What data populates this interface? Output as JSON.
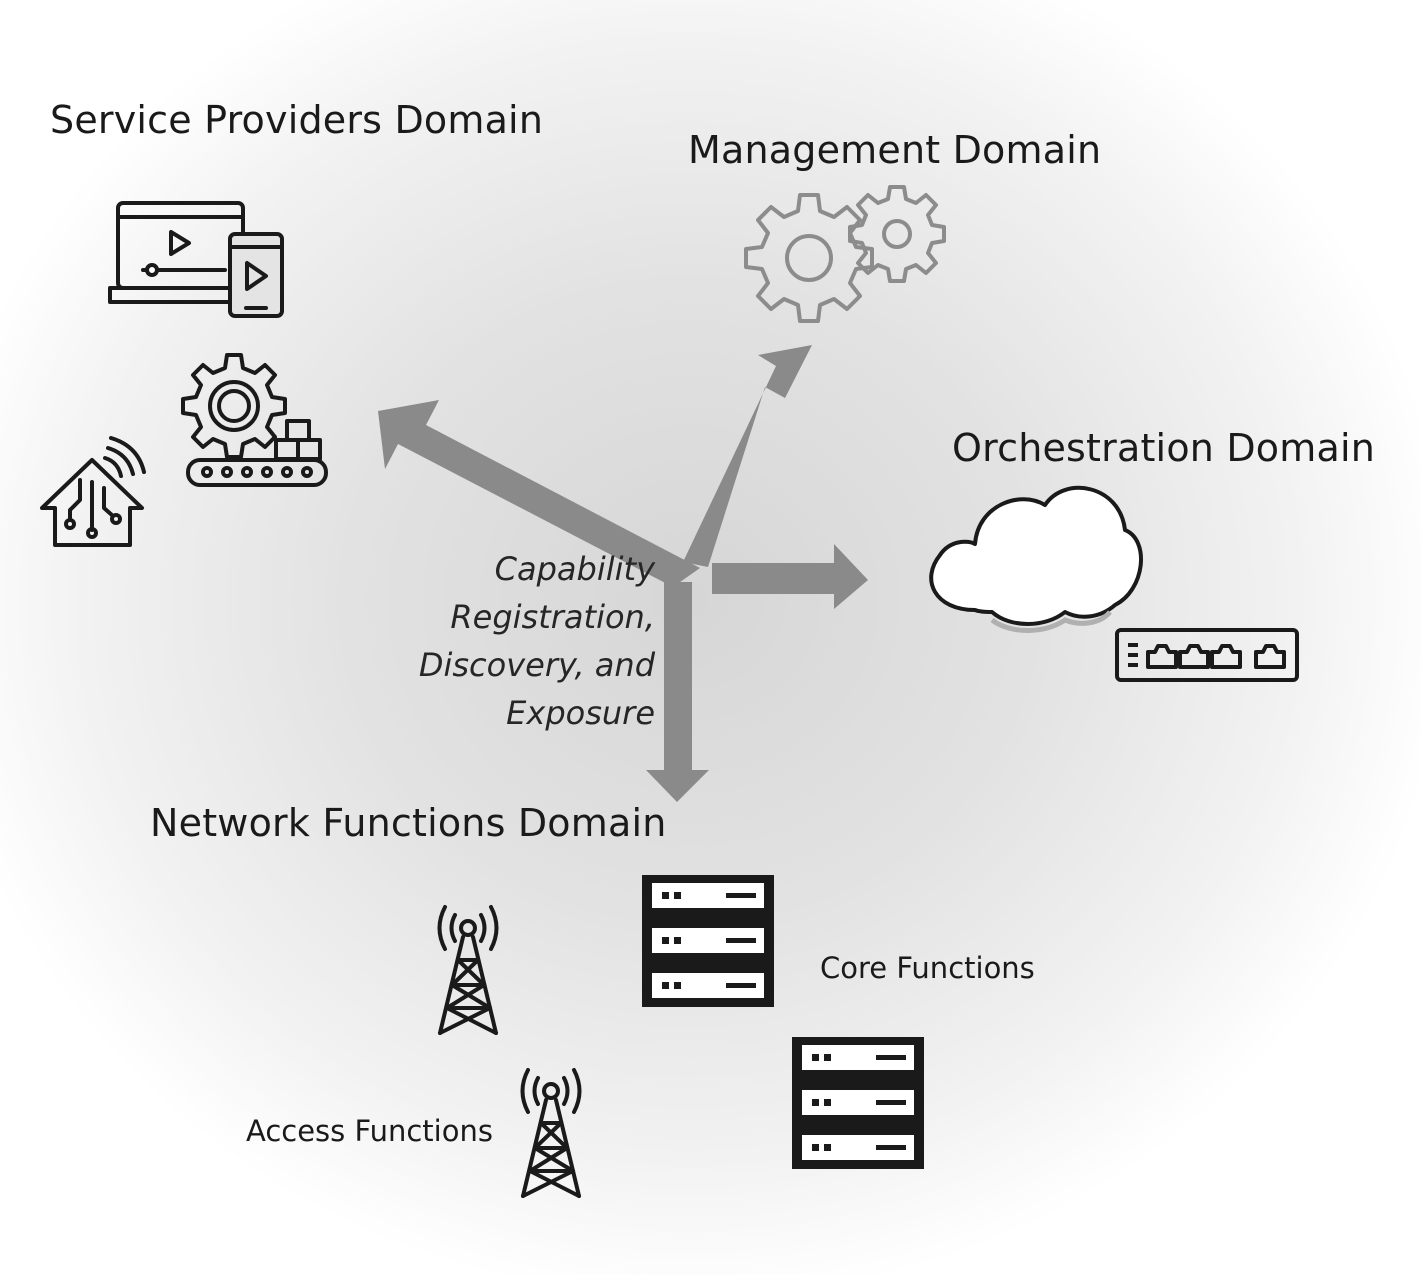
{
  "domains": {
    "service_providers": "Service Providers Domain",
    "management": "Management Domain",
    "orchestration": "Orchestration Domain",
    "network_functions": "Network Functions Domain"
  },
  "center_text": {
    "line1": "Capability",
    "line2": "Registration,",
    "line3": "Discovery, and",
    "line4": "Exposure"
  },
  "sub_labels": {
    "core_functions": "Core Functions",
    "access_functions": "Access Functions"
  },
  "colors": {
    "arrow": "#8a8a8a",
    "icon_stroke": "#1a1a1a",
    "gear_stroke": "#8c8c8c"
  },
  "icons": [
    "laptop-phone-video-icon",
    "gear-conveyor-icon",
    "smart-home-icon",
    "gears-icon",
    "cloud-icon",
    "network-switch-icon",
    "cell-tower-icon",
    "server-rack-icon"
  ]
}
